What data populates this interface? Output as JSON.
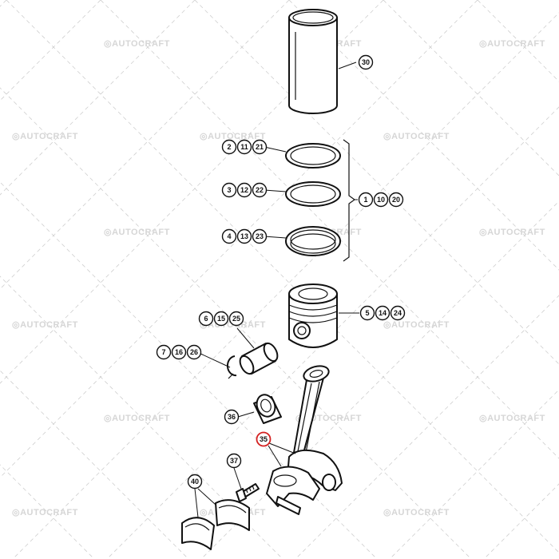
{
  "watermark": {
    "text": "AUTOCRAFT"
  },
  "callouts": {
    "liner": [
      "30"
    ],
    "ring_top": [
      "2",
      "11",
      "21"
    ],
    "ring_second": [
      "3",
      "12",
      "22"
    ],
    "ring_oil": [
      "4",
      "13",
      "23"
    ],
    "ring_set": [
      "1",
      "10",
      "20"
    ],
    "piston": [
      "5",
      "14",
      "24"
    ],
    "piston_pin": [
      "6",
      "15",
      "25"
    ],
    "snap_ring": [
      "7",
      "16",
      "26"
    ],
    "pin_bushing": [
      "36"
    ],
    "connecting_rod": [
      "35"
    ],
    "rod_bolt": [
      "37"
    ],
    "bearing_shells": [
      "40"
    ]
  },
  "colors": {
    "highlight": "#d42020",
    "line": "#111111",
    "watermark": "#d6d6d6"
  }
}
